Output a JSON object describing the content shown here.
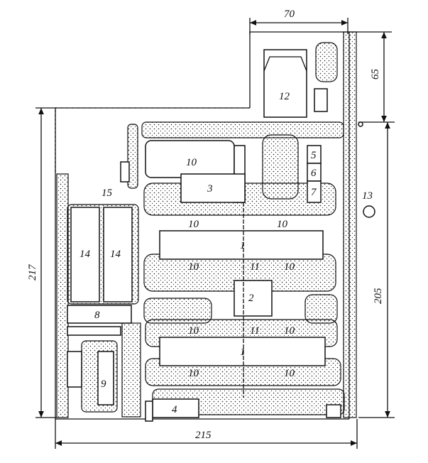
{
  "title": "Site plan",
  "dimensions": {
    "top": "70",
    "right_upper": "65",
    "right_lower": "205",
    "left": "217",
    "bottom": "215"
  },
  "labels": {
    "l12": "12",
    "l10_top": "10",
    "l3": "3",
    "l5": "5",
    "l6": "6",
    "l7": "7",
    "l13": "13",
    "l15": "15",
    "l14_a": "14",
    "l14_b": "14",
    "l8": "8",
    "l9": "9",
    "l4": "4",
    "l1_a": "1",
    "l1_b": "1",
    "l2": "2",
    "l10_a": "10",
    "l10_b": "10",
    "l10_c": "10",
    "l10_d": "10",
    "l11_a": "11",
    "l10_e": "10",
    "l10_f": "10",
    "l11_b": "11",
    "l10_g": "10",
    "l10_h": "10"
  }
}
